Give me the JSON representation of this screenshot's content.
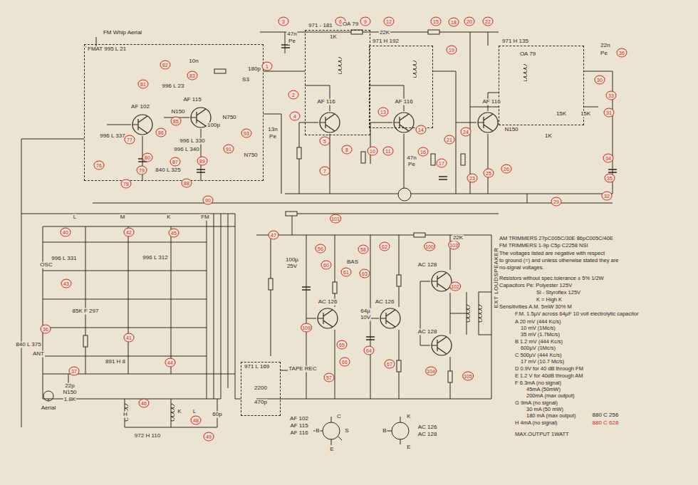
{
  "diagram": {
    "nodes": [
      {
        "text": [
          "FMAT 995 L 21"
        ]
      },
      {
        "text": [
          "971 - 181"
        ]
      },
      {
        "text": [
          "971 H 192"
        ]
      },
      {
        "text": [
          "971 H 135"
        ]
      },
      {
        "text": [
          "971 L 169"
        ]
      }
    ],
    "labels": [
      "FM Whip Aerial",
      "81",
      "82",
      "83",
      "AF 102",
      "AF 115",
      "996 L 23",
      "996 L 337",
      "76",
      "77",
      "78",
      "79",
      "80",
      "85",
      "86",
      "87",
      "88",
      "89",
      "90",
      "91",
      "93",
      "840 L 325",
      "996 L 330",
      "996 L 340",
      "N150",
      "N750",
      "N750",
      "100p",
      "180p",
      "10n",
      "S3",
      "3",
      "6",
      "9",
      "12",
      "15",
      "18",
      "20",
      "22",
      "1",
      "2",
      "4",
      "47n",
      "Pe",
      "1K",
      "OA 79",
      "22K",
      "AF 116",
      "AF 116",
      "AF 116",
      "5",
      "7",
      "8",
      "10",
      "11",
      "13",
      "14",
      "16",
      "17",
      "19",
      "21",
      "23",
      "24",
      "25",
      "26",
      "29",
      "30",
      "31",
      "32",
      "33",
      "34",
      "35",
      "36",
      "13n",
      "Pe",
      "47n",
      "Pe",
      "22n",
      "Pe",
      "1K",
      "15K",
      "15K",
      "OA 79",
      "N150",
      "L",
      "M",
      "K",
      "40",
      "42",
      "45",
      "OSC",
      "43",
      "85K F 297",
      "996 L 312",
      "996 L 331",
      "36",
      "37",
      "840 L 375",
      "ANT",
      "891 H 8",
      "41",
      "44",
      "Aerial",
      "22p",
      "N150",
      "1.8K",
      "H",
      "972 H 110",
      "K",
      "L",
      "60p",
      "46",
      "48",
      "49",
      "AF 102",
      "AF 115",
      "AF 116",
      "B",
      "C",
      "S",
      "E",
      "AC 126",
      "AC 128",
      "B",
      "K",
      "E",
      "FM",
      "101",
      "47",
      "56",
      "58",
      "60",
      "61",
      "62",
      "63",
      "57",
      "64",
      "65",
      "66",
      "67",
      "100",
      "102",
      "103",
      "104",
      "105",
      "109",
      "TAPE REC",
      "BAS",
      "AC 126",
      "AC 126",
      "AC 128",
      "AC 128",
      "22K",
      "EXT LOUDSPEAKER",
      "2200",
      "470p",
      "100µ",
      "25V",
      "64µ",
      "10V",
      "AM TRIMMERS 27pC005C/30E  86pC005C/40E",
      "FM TRIMMERS 1-9p  C5p  C2258 NSI",
      "The voltages listed are negative with respect",
      "to ground (=) and unless otherwise stated they are",
      "no-signal voltages.",
      "Resistors without spec.tolerance ± 5% 1/2W",
      "Capacitors Pe: Polyester 125V",
      "Sl - Styroflex 125V",
      "K = High K",
      "Sensitivities A.M. 5mW 30% M",
      "F.M. 1.5µV across 64µF 10 volt electrolytic capacitor",
      "A 20 mV (444 Kc/s)",
      "10 mV (1Mc/s)",
      "35 mV (1.7Mc/s)",
      "B 1.2 mV (444 Kc/s)",
      "600µV (1Mc/s)",
      "C 500µV (444 Kc/s)",
      "17 mV (10.7 Mc/s)",
      "D 0.9V for 40 dB through FM",
      "E 1.2 V for 40dB through AM",
      "F 6.3mA (no signal)",
      "45mA (50mW)",
      "200mA (max output)",
      "G 9mA (no signal)",
      "30 mA (50 mW)",
      "180 mA (max output)",
      "H 4mA (no signal)",
      "MAX.OUTPUT 1WATT",
      "880 C 256",
      "880 C 628"
    ]
  }
}
